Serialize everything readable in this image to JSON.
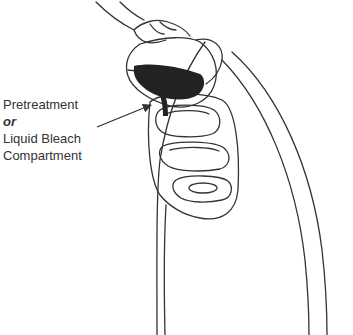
{
  "diagram": {
    "labels": [
      "Pretreatment",
      "or",
      "Liquid Bleach Compartment"
    ]
  }
}
